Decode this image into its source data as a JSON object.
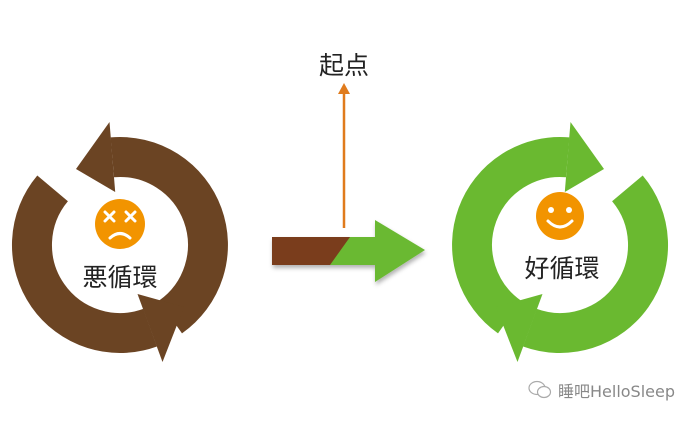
{
  "colors": {
    "bad": "#6b4423",
    "good": "#6ab930",
    "face": "#f29400",
    "start_line": "#e07b1c"
  },
  "bad_cycle": {
    "label": "悪循環",
    "icon": "sad-face-icon"
  },
  "good_cycle": {
    "label": "好循環",
    "icon": "smile-face-icon"
  },
  "start": {
    "label": "起点"
  },
  "watermark": {
    "text": "睡吧HelloSleep",
    "icon": "wechat-icon"
  }
}
